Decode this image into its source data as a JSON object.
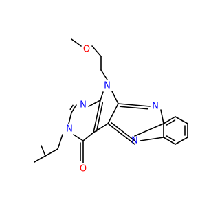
{
  "molecule": {
    "atom_labels": {
      "o_methoxy": "O",
      "n_pyrrole": "N",
      "n_pyrimidine_top": "N",
      "n_pyrimidine_alkyl": "N",
      "o_carbonyl": "O",
      "n_pyrazine_upper": "N",
      "n_pyrazine_lower": "N"
    }
  },
  "colors": {
    "bond": "#000000",
    "nitrogen": "#0000ff",
    "oxygen": "#ff0000",
    "background": "#ffffff"
  }
}
